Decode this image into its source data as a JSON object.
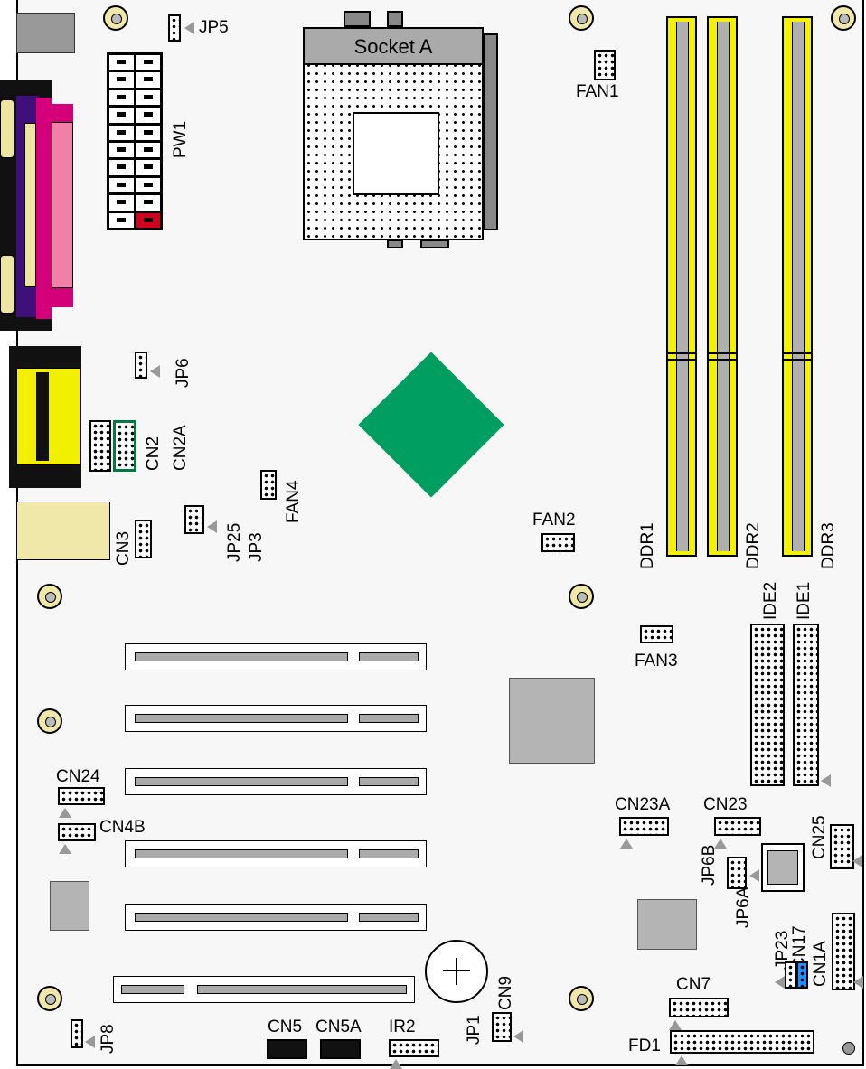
{
  "socket": {
    "label": "Socket A"
  },
  "labels": {
    "jp5": "JP5",
    "pw1": "PW1",
    "fan1": "FAN1",
    "jp6": "JP6",
    "cn2": "CN2",
    "cn2a": "CN2A",
    "fan4": "FAN4",
    "jp25": "JP25",
    "jp3": "JP3",
    "cn3": "CN3",
    "fan2": "FAN2",
    "fan3": "FAN3",
    "ddr1": "DDR1",
    "ddr2": "DDR2",
    "ddr3": "DDR3",
    "ide2": "IDE2",
    "ide1": "IDE1",
    "cn24": "CN24",
    "cn4b": "CN4B",
    "cn23a": "CN23A",
    "cn23": "CN23",
    "cn25": "CN25",
    "jp6b": "JP6B",
    "jp6a": "JP6A",
    "jp23": "JP23",
    "cn17": "CN17",
    "cn1a": "CN1A",
    "cn7": "CN7",
    "fd1": "FD1",
    "jp8": "JP8",
    "cn5": "CN5",
    "cn5a": "CN5A",
    "ir2": "IR2",
    "jp1": "JP1",
    "cn9": "CN9"
  },
  "colors": {
    "northbridge": "#009e60",
    "dimm": "#f2f200",
    "parallel": "#d4007a",
    "serial": "#f0f000",
    "cn17": "#1e90ff",
    "pw1_pin1": "#d40020"
  }
}
